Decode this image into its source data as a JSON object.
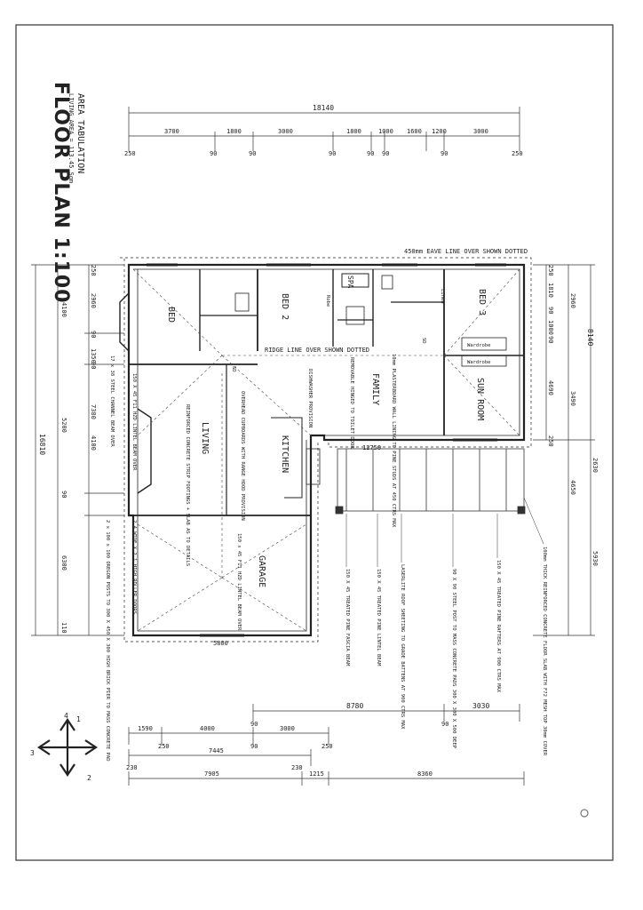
{
  "title": "FLOOR PLAN 1:100",
  "area": {
    "heading": "AREA TABULATION",
    "line": "LIVING AREA = 113.45 Sqm"
  },
  "eave_note": "450mm EAVE LINE OVER SHOWN DOTTED",
  "ridge_note": "RIDGE LINE OVER SHOWN DOTTED",
  "rooms": {
    "bed": "BED",
    "bed2": "BED 2",
    "bed3": "BED 3",
    "spa": "SPA",
    "family": "FAMILY",
    "sunroom": "SUN ROOM",
    "living": "LIVING",
    "kitchen": "KITCHEN",
    "garage": "GARAGE"
  },
  "fixtures": {
    "robe": "Robe",
    "linen": "Linen",
    "wardrobe": "Wardrobe",
    "sd": "SD"
  },
  "notes": {
    "channel": "17 x 38 STEEL CHANNEL BEAM OVER",
    "lintel_beam": "150 X 45 F11 HZD LINTEL BEAM OVER",
    "strip_footing": "REINFORCED CONCRETE STRIP FOOTINGS + SLAB AS TO DETAILS",
    "cupboards": "OVERHEAD CUPBOARDS WITH RANGE HOOD PROVISION",
    "dishwasher": "DISHWASHER PROVISION",
    "removable": "REMOVABLE HINGED TO TOILET DOOR",
    "wall": "10mm PLASTERBOARD WALL LINING TO PINE STUDS AT 450 CTRS MAX",
    "garage_beam": "150 x 45 F11 HZD LINTEL BEAM OVER",
    "roller": "2.4 WIDE X 2.1 HIGH ROLLER DOORS",
    "posts": "2 x 100 x 100 OREGON POSTS TO 300 X 450 X 300 HIGH BRICK PIER TO MASS CONCRETE PAD",
    "fascia": "150 X 45 TREATED PINE FASCIA BEAM",
    "pine_lintel": "150 X 45 TREATED PINE LINTEL BEAM",
    "lite_roof": "LASERLITE ROOF SHEETING TO GRADE BATTENS AT 900 CTRS MAX",
    "steel_post": "90 X 90 STEEL POST TO MASS CONCRETE PADS 300 X 300 X 500 DEEP",
    "rafters": "150 X 45 TREATED PINE RAFTERS AT 900 CTRS MAX",
    "slab": "100mm THICK REINFORCED CONCRETE FLOOR SLAB WITH F72 MESH TOP 30mm COVER",
    "pergola_dim": "12750"
  },
  "dims_top": {
    "overall": "18140",
    "segments": [
      "3700",
      "1800",
      "3000",
      "1800",
      "1000",
      "1600",
      "1200",
      "3000"
    ],
    "walls": [
      "250",
      "90",
      "90",
      "90",
      "90",
      "90",
      "90",
      "250"
    ]
  },
  "dims_left": {
    "overall": "16810",
    "inner": [
      "250",
      "2960",
      "90",
      "1350",
      "90",
      "5200",
      "90",
      "6300",
      "110"
    ],
    "mid": [
      "4100",
      "7380",
      "4100"
    ]
  },
  "dims_right": {
    "overall": "8140",
    "inner": [
      "250",
      "1810",
      "90",
      "1000",
      "90",
      "4690",
      "250"
    ],
    "right2": [
      "2960",
      "3490",
      "2630",
      "4650"
    ],
    "far": [
      "5930"
    ]
  },
  "dims_bottom": {
    "row1": [
      "8780",
      "3030"
    ],
    "row1_walls": [
      "90",
      "90"
    ],
    "row2": [
      "1590",
      "4000",
      "3000"
    ],
    "row2_walls": [
      "250",
      "90",
      "250"
    ],
    "row3": [
      "7445",
      "230"
    ],
    "row4": [
      "7905",
      "1215",
      "8360"
    ],
    "row4_walls": [
      "230",
      "230"
    ]
  },
  "compass": {
    "n1": "4",
    "n2": "1",
    "n3": "3",
    "n4": "2"
  },
  "garage_width": "5800"
}
